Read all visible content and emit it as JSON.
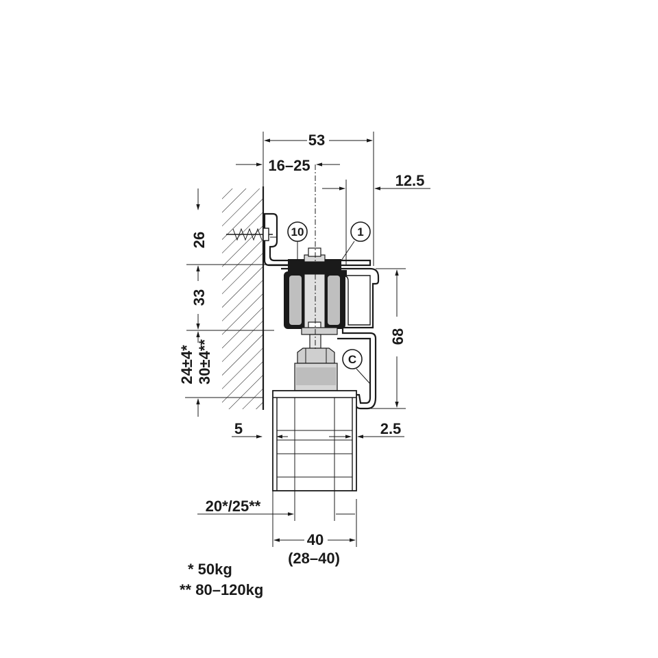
{
  "dimensions": {
    "width_total": "53",
    "screw_offset": "16–25",
    "rail_offset": "12.5",
    "bracket_height": "26",
    "carriage_height": "33",
    "gap_a": "24±4*",
    "gap_b": "30±4**",
    "profile_height": "68",
    "left_gap": "5",
    "right_gap": "2.5",
    "clamp_depth": "20*/25**",
    "door_thickness": "40",
    "door_thickness_range": "(28–40)"
  },
  "callouts": {
    "part_10": "10",
    "part_1": "1",
    "part_c": "C"
  },
  "notes": {
    "note_1": "* 50kg",
    "note_2": "** 80–120kg"
  }
}
